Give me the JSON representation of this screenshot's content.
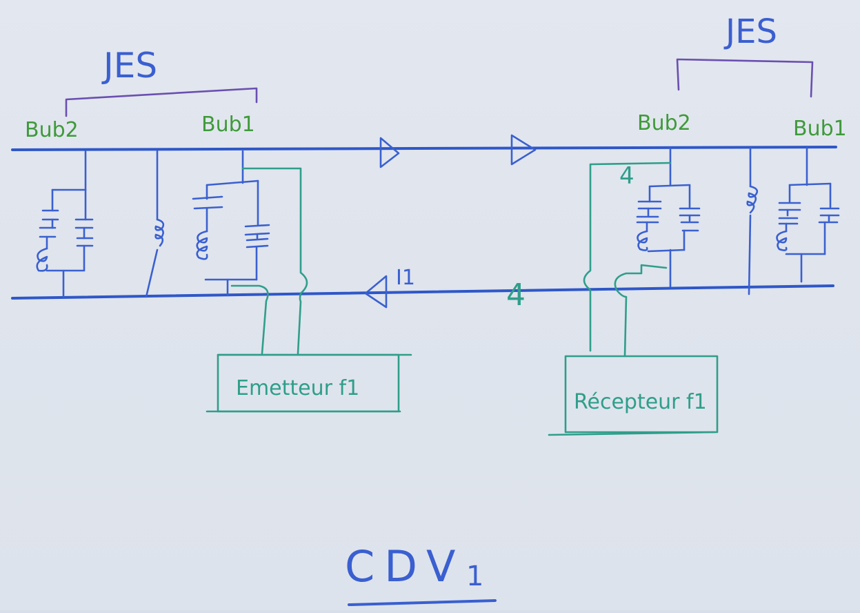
{
  "labels": {
    "jes_left": "JES",
    "jes_right": "JES",
    "bub2_left": "Bub2",
    "bub1_left": "Bub1",
    "bub2_right": "Bub2",
    "bub1_right": "Bub1",
    "current_i1": "I1",
    "marker_4_bottom": "4",
    "marker_4_top": "4",
    "emitter_box": "Emetteur f1",
    "receiver_box": "Récepteur f1",
    "title": "CDV",
    "title_sub": "1"
  },
  "colors": {
    "rail": "#2f57c8",
    "filter": "#3a60cf",
    "connection": "#2f9e8a",
    "bracket": "#6a4fb0",
    "label": "#3f9a3a"
  }
}
